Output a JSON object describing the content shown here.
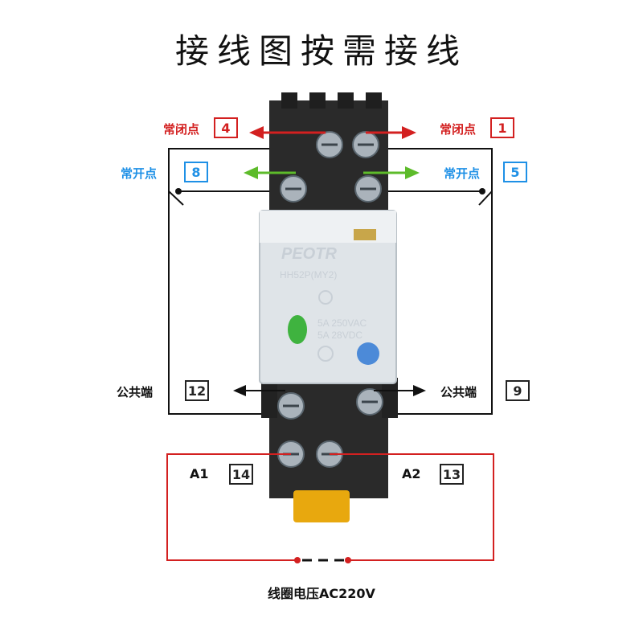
{
  "title": "接线图按需接线",
  "terminals": {
    "nc_left": {
      "label": "常闭点",
      "number": "4"
    },
    "nc_right": {
      "label": "常闭点",
      "number": "1"
    },
    "no_left": {
      "label": "常开点",
      "number": "8"
    },
    "no_right": {
      "label": "常开点",
      "number": "5"
    },
    "com_left": {
      "label": "公共端",
      "number": "12"
    },
    "com_right": {
      "label": "公共端",
      "number": "9"
    },
    "a1": {
      "label": "A1",
      "number": "14"
    },
    "a2": {
      "label": "A2",
      "number": "13"
    }
  },
  "relay": {
    "brand": "PEOTR",
    "model": "HH52P(MY2)",
    "rating_1": "5A 250VAC",
    "rating_2": "5A 28VDC"
  },
  "coil_voltage": "线圈电压AC220V",
  "colors": {
    "nc": "#d32020",
    "no": "#1e90e6",
    "no_arrow": "#5dbb2a",
    "common": "#111111",
    "coil_wire": "#d32020"
  }
}
